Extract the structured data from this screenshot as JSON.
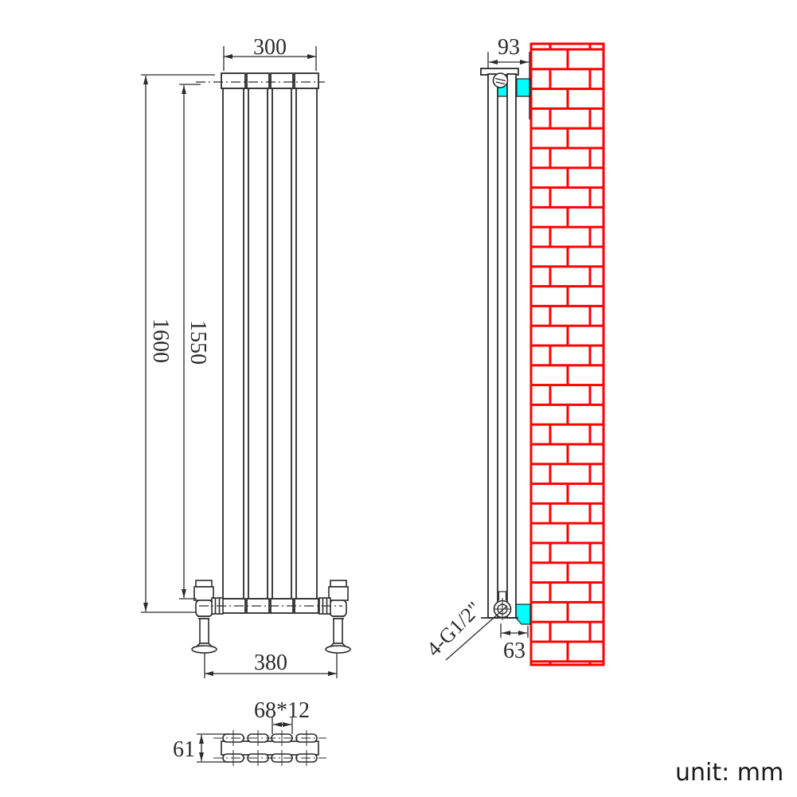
{
  "footer": {
    "unit_note": "unit: mm"
  },
  "front_view": {
    "width_mm": "300",
    "overall_height_mm": "1600",
    "panel_height_mm": "1550",
    "valve_spacing_mm": "380"
  },
  "side_view": {
    "depth_mm": "93",
    "pipe_center_to_wall_mm": "63",
    "connection_spec": "4-G1/2\""
  },
  "section_view": {
    "tube_profile": "68*12",
    "depth_mm": "61"
  },
  "colors": {
    "line": "#2b2b2b",
    "brick_red": "#ff0000",
    "bracket_cyan": "#00ffff"
  }
}
